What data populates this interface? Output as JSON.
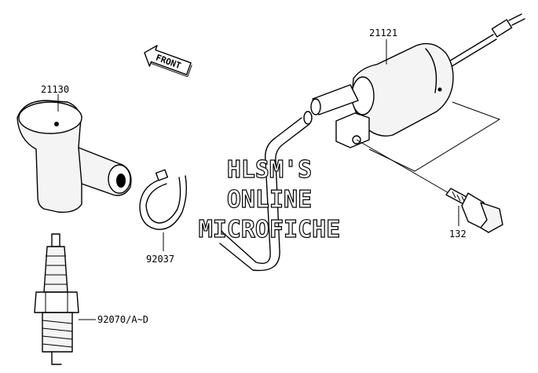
{
  "parts": {
    "coil": "21121",
    "plug_cap": "21130",
    "clamp": "92037",
    "spark_plug": "92070/A~D",
    "bolt": "132"
  },
  "front_marker": "FRONT",
  "watermark": {
    "line1": "HLSM'S",
    "line2": "ONLINE",
    "line3": "MICROFICHE"
  }
}
